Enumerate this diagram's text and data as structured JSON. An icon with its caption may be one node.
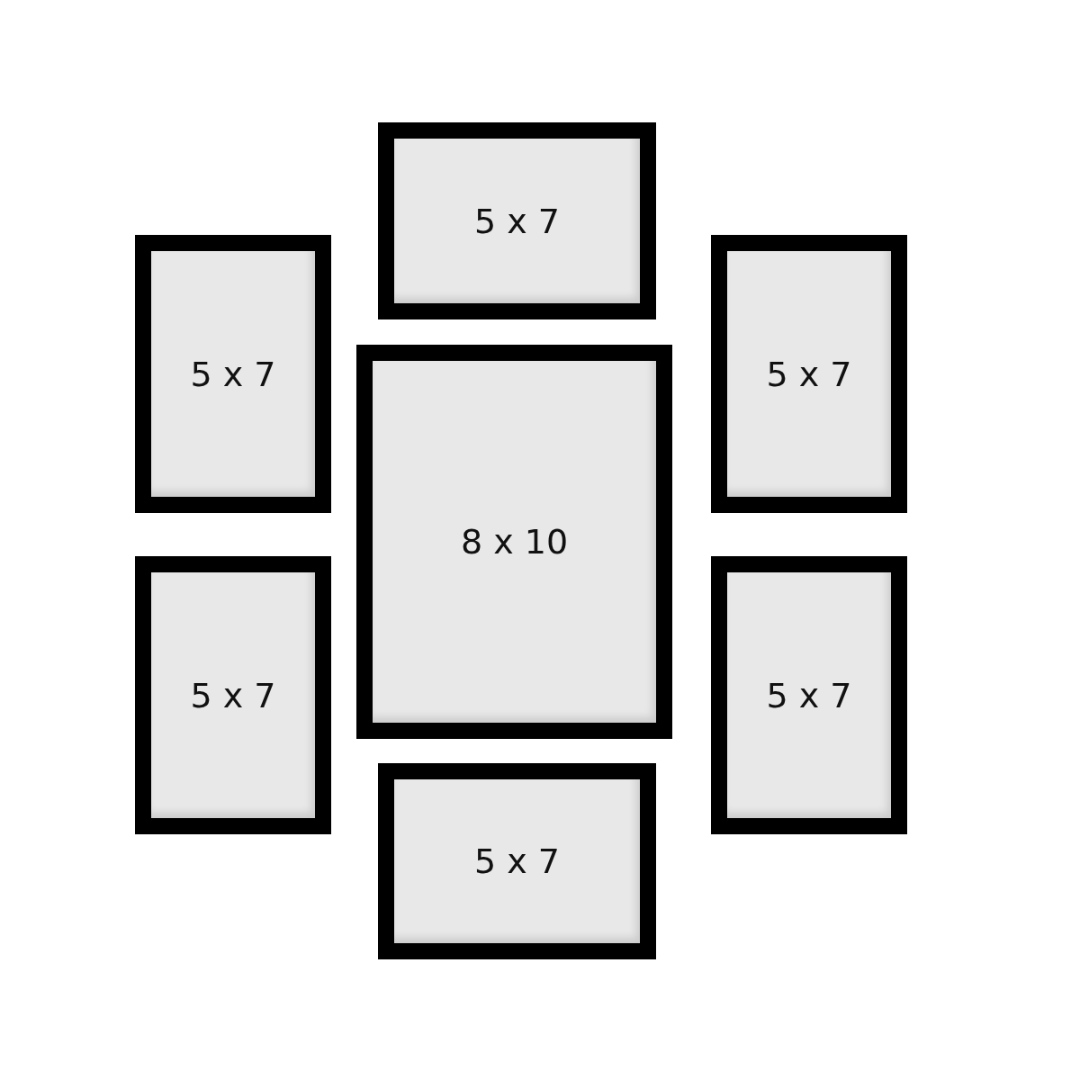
{
  "diagram": {
    "nodes": [
      {
        "text": [
          "5 x 7"
        ]
      },
      {
        "text": [
          "5 x 7"
        ]
      },
      {
        "text": [
          "5 x 7"
        ]
      },
      {
        "text": [
          "8 x 10"
        ]
      },
      {
        "text": [
          "5 x 7"
        ]
      },
      {
        "text": [
          "5 x 7"
        ]
      },
      {
        "text": [
          "5 x 7"
        ]
      }
    ]
  }
}
